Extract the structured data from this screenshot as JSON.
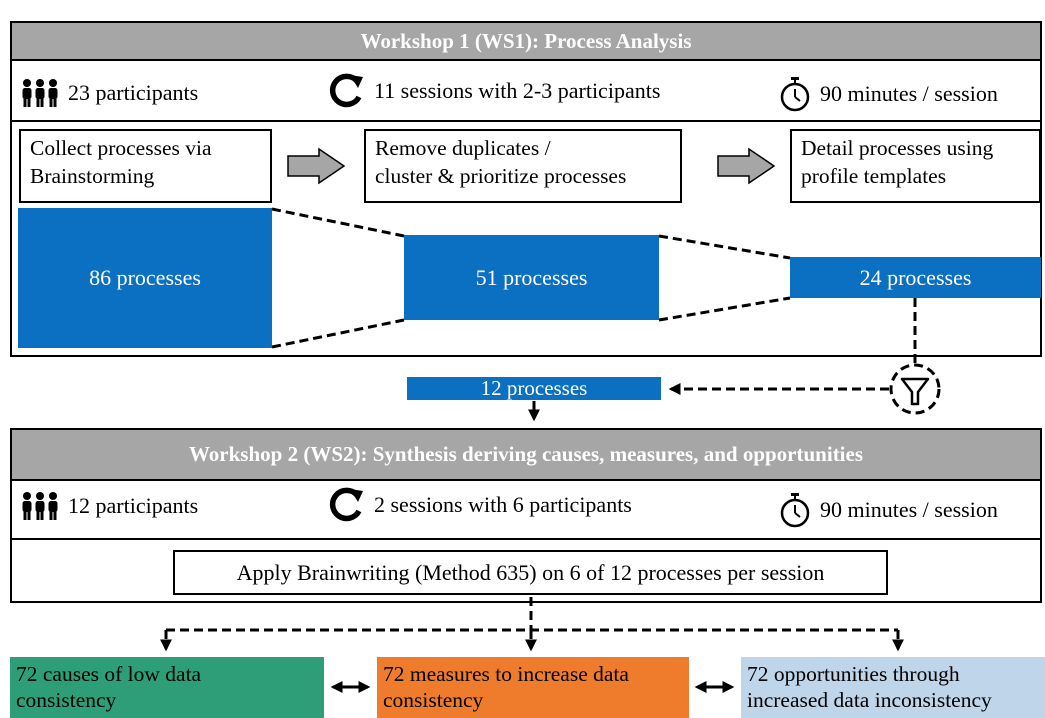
{
  "workshop1": {
    "title": "Workshop 1 (WS1): Process Analysis",
    "participants": "23 participants",
    "sessions": "11 sessions with 2-3 participants",
    "duration": "90 minutes / session",
    "steps": [
      {
        "line1": "Collect processes via",
        "line2": "Brainstorming"
      },
      {
        "line1": "Remove duplicates /",
        "line2": "cluster & prioritize processes"
      },
      {
        "line1": "Detail processes using",
        "line2": "profile templates"
      }
    ],
    "counts": [
      "86 processes",
      "51 processes",
      "24 processes"
    ]
  },
  "selected": "12 processes",
  "workshop2": {
    "title": "Workshop 2 (WS2): Synthesis deriving causes, measures, and opportunities",
    "participants": "12 participants",
    "sessions": "2 sessions with 6 participants",
    "duration": "90 minutes / session",
    "method": "Apply Brainwriting (Method 635) on 6 of 12 processes per session"
  },
  "outcomes": [
    {
      "line1": "72 causes of low data",
      "line2": "consistency",
      "color": "#2e9e78"
    },
    {
      "line1": "72 measures to increase data",
      "line2": "consistency",
      "color": "#ef7c2c"
    },
    {
      "line1": "72 opportunities through",
      "line2": "increased data inconsistency",
      "color": "#bed5ea"
    }
  ],
  "icons": {
    "participants": "people-group-icon",
    "sessions": "refresh-cycle-icon",
    "duration": "stopwatch-icon",
    "filter": "filter-icon",
    "arrow": "right-arrow-icon"
  }
}
